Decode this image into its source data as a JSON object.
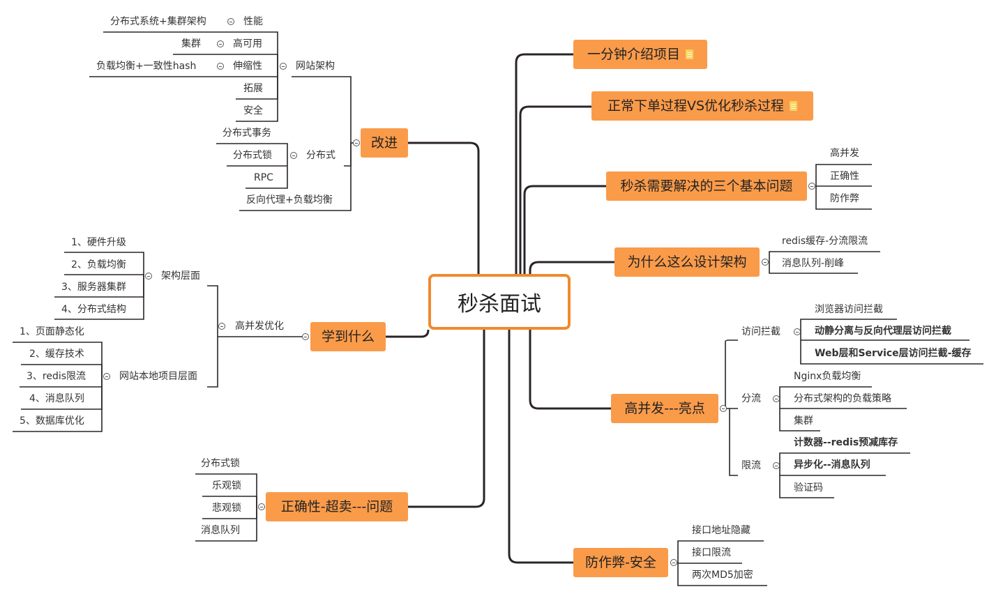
{
  "center": "秒杀面试",
  "right": {
    "t1": "一分钟介绍项目",
    "t2": "正常下单过程VS优化秒杀过程",
    "t3": {
      "label": "秒杀需要解决的三个基本问题",
      "items": [
        "高并发",
        "正确性",
        "防作弊"
      ]
    },
    "t4": {
      "label": "为什么这么设计架构",
      "items": [
        "redis缓存-分流限流",
        "消息队列-削峰"
      ]
    },
    "t5": {
      "label": "高并发---亮点",
      "g1": {
        "label": "访问拦截",
        "items": [
          "浏览器访问拦截",
          "动静分离与反向代理层访问拦截",
          "Web层和Service层访问拦截-缓存"
        ]
      },
      "g2": {
        "label": "分流",
        "items": [
          "Nginx负载均衡",
          "分布式架构的负载策略",
          "集群"
        ]
      },
      "g3": {
        "label": "限流",
        "items": [
          "计数器--redis预减库存",
          "异步化--消息队列",
          "验证码"
        ]
      }
    },
    "t6": {
      "label": "防作弊-安全",
      "items": [
        "接口地址隐藏",
        "接口限流",
        "两次MD5加密"
      ]
    }
  },
  "left": {
    "improve": {
      "label": "改进",
      "arch": {
        "label": "网站架构",
        "perf": {
          "label": "性能",
          "sub": "分布式系统+集群架构"
        },
        "ha": {
          "label": "高可用",
          "sub": "集群"
        },
        "scale": {
          "label": "伸缩性",
          "sub": "负载均衡+一致性hash"
        },
        "ext": "拓展",
        "sec": "安全"
      },
      "dist": {
        "label": "分布式",
        "items": [
          "分布式事务",
          "分布式锁",
          "RPC",
          "反向代理+负载均衡"
        ]
      }
    },
    "learn": {
      "label": "学到什么",
      "hc": {
        "label": "高并发优化",
        "arch": {
          "label": "架构层面",
          "items": [
            "1、硬件升级",
            "2、负载均衡",
            "3、服务器集群",
            "4、分布式结构"
          ]
        },
        "local": {
          "label": "网站本地项目层面",
          "items": [
            "1、页面静态化",
            "2、缓存技术",
            "3、redis限流",
            "4、消息队列",
            "5、数据库优化"
          ]
        }
      }
    },
    "oversell": {
      "label": "正确性-超卖---问题",
      "items": [
        "分布式锁",
        "乐观锁",
        "悲观锁",
        "消息队列"
      ]
    }
  }
}
